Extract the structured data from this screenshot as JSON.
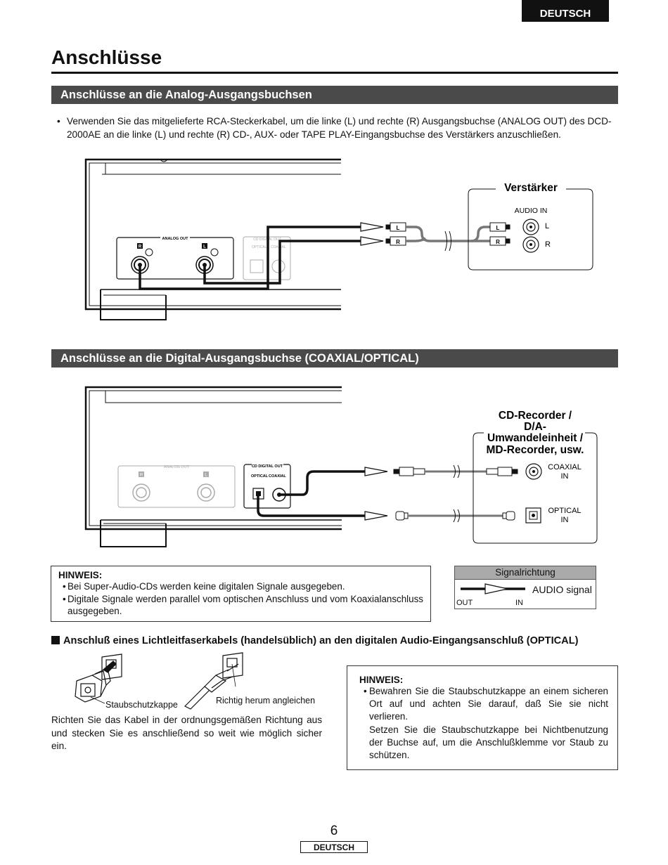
{
  "header": {
    "language_tab": "DEUTSCH"
  },
  "page_title": "Anschlüsse",
  "section_analog": {
    "heading": "Anschlüsse an die Analog-Ausgangsbuchsen",
    "bullet": "Verwenden Sie das mitgelieferte RCA-Steckerkabel, um die linke (L) und rechte (R) Ausgangsbuchse (ANALOG OUT) des DCD-2000AE an die linke (L) und rechte (R) CD-, AUX- oder TAPE PLAY-Eingangsbuchse des Verstärkers anzuschließen.",
    "diagram": {
      "panel_label": "ANALOG OUT",
      "jack_r": "R",
      "jack_l": "L",
      "digital_panel_label": "CD DIGITAL OUT",
      "digital_optical": "OPTICAL",
      "digital_coaxial": "COAXIAL",
      "plug_l": "L",
      "plug_r": "R",
      "amp_title": "Verstärker",
      "amp_input_label": "AUDIO IN",
      "amp_l": "L",
      "amp_r": "R"
    }
  },
  "section_digital": {
    "heading": "Anschlüsse an die Digital-Ausgangsbuchse (COAXIAL/OPTICAL)",
    "diagram": {
      "analog_panel_label": "ANALOG OUT",
      "jack_r": "R",
      "jack_l": "L",
      "digital_panel_label": "CD DIGITAL OUT",
      "digital_optical": "OPTICAL",
      "digital_coaxial": "COAXIAL",
      "recorder_title_1": "CD-Recorder /",
      "recorder_title_2": "D/A-",
      "recorder_title_3": "Umwandeleinheit /",
      "recorder_title_4": "MD-Recorder, usw.",
      "coaxial_in_1": "COAXIAL",
      "coaxial_in_2": "IN",
      "optical_in_1": "OPTICAL",
      "optical_in_2": "IN"
    }
  },
  "note_1": {
    "title": "HINWEIS:",
    "items": [
      "Bei Super-Audio-CDs werden keine digitalen Signale ausgegeben.",
      "Digitale Signale werden parallel vom optischen Anschluss und vom Koaxialanschluss ausgegeben."
    ]
  },
  "signal_legend": {
    "title": "Signalrichtung",
    "label": "AUDIO signal",
    "out": "OUT",
    "in": "IN"
  },
  "optical_section": {
    "heading": "Anschluß eines Lichtleitfaserkabels (handelsüblich) an den digitalen Audio-Eingangsanschluß (OPTICAL)",
    "cap_label": "Staubschutzkappe",
    "align_label": "Richtig herum angleichen",
    "text": "Richten Sie das Kabel in der ordnungsgemäßen Richtung aus und stecken Sie es anschließend so weit wie möglich sicher ein."
  },
  "note_2": {
    "title": "HINWEIS:",
    "paragraph_1": "Bewahren Sie die Staubschutzkappe an einem sicheren Ort auf und achten Sie darauf, daß Sie sie nicht verlieren.",
    "paragraph_2": "Setzen Sie die Staubschutzkappe bei Nichtbenutzung der Buchse auf, um die Anschlußklemme vor Staub zu schützen."
  },
  "footer": {
    "page_number": "6",
    "language": "DEUTSCH"
  }
}
